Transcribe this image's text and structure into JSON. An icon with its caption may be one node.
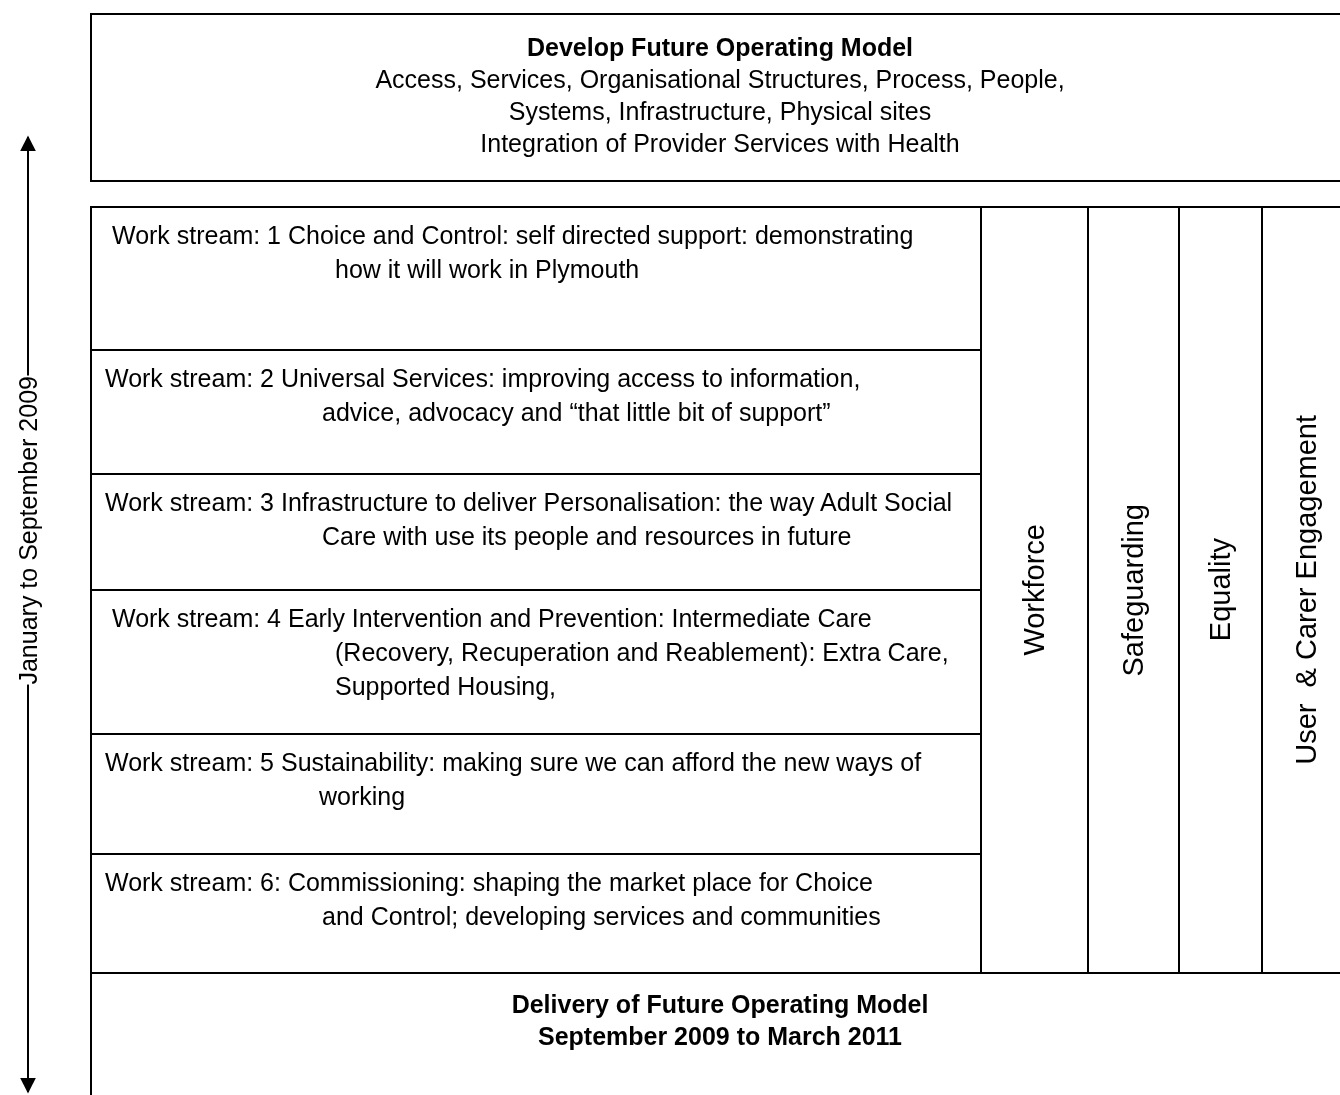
{
  "diagram": {
    "nodes": [
      {
        "text": [
          "Develop Future Operating Model",
          "Access, Services, Organisational Structures, Process, People, Systems, Infrastructure, Physical sites",
          "Integration of Provider Services with Health"
        ]
      },
      {
        "text": [
          "Work stream: 1 Choice and Control: self directed support: demonstrating how it will work in Plymouth"
        ]
      },
      {
        "text": [
          "Work stream: 2 Universal Services: improving access to information, advice, advocacy and “that little bit of support”"
        ]
      },
      {
        "text": [
          "Work stream: 3  Infrastructure to deliver Personalisation: the way Adult Social Care with use its people and resources in future"
        ]
      },
      {
        "text": [
          "Work stream: 4 Early Intervention and Prevention: Intermediate Care (Recovery, Recuperation and Reablement): Extra Care, Supported Housing,"
        ]
      },
      {
        "text": [
          "Work stream: 5 Sustainability: making sure we can afford the new ways of working"
        ]
      },
      {
        "text": [
          "Work stream: 6: Commissioning: shaping the market place for Choice and Control; developing services and communities"
        ]
      },
      {
        "text": [
          "Workforce"
        ]
      },
      {
        "text": [
          "Safeguarding"
        ]
      },
      {
        "text": [
          "Equality"
        ]
      },
      {
        "text": [
          "User  & Carer Engagement"
        ]
      },
      {
        "text": [
          "Delivery of Future Operating Model",
          "September 2009 to March 2011"
        ]
      }
    ],
    "labels": [
      "January to September 2009"
    ]
  }
}
